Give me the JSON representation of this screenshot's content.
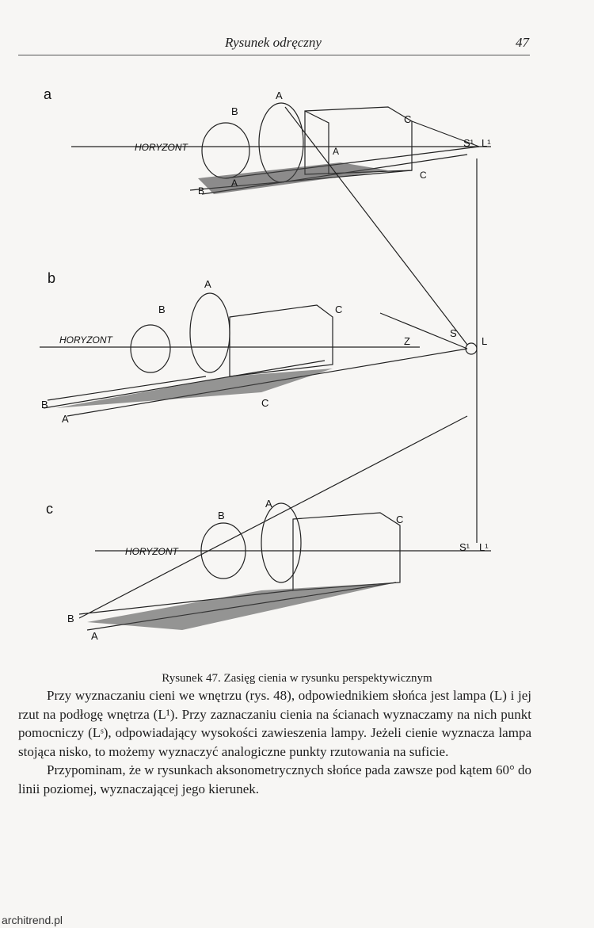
{
  "header": {
    "title": "Rysunek odręczny",
    "page_number": "47"
  },
  "figure": {
    "panels": [
      {
        "label": "a",
        "horizon": "HORYZONT",
        "points": [
          "A",
          "B",
          "C",
          "A",
          "C",
          "A",
          "B"
        ]
      },
      {
        "label": "b",
        "horizon": "HORYZONT",
        "points": [
          "A",
          "B",
          "C",
          "B",
          "A",
          "C",
          "Z"
        ]
      },
      {
        "label": "c",
        "horizon": "HORYZONT",
        "points": [
          "A",
          "B",
          "C",
          "B",
          "A"
        ]
      }
    ],
    "sun_labels": {
      "s1": "S¹",
      "l1": "L¹",
      "s": "S",
      "l": "L",
      "s1b": "S¹",
      "l1b": "L¹"
    }
  },
  "caption": "Rysunek 47. Zasięg cienia w rysunku perspektywicznym",
  "body": {
    "paragraphs": [
      "Przy wyznaczaniu cieni we wnętrzu (rys. 48), odpowiednikiem słońca jest lampa (L) i jej rzut na podłogę wnętrza (L¹). Przy zaznaczaniu cienia na ścianach wyznaczamy na nich punkt pomocniczy (Lˢ), odpowiadający wysokości zawieszenia lampy. Jeżeli cienie wyznacza lampa stojąca nisko, to możemy wyznaczyć analogiczne punkty rzutowania na suficie.",
      "Przypominam, że w rysunkach aksonometrycznych słońce pada zawsze pod kątem 60° do linii poziomej, wyznaczającej jego kierunek."
    ]
  },
  "watermark": "architrend.pl"
}
